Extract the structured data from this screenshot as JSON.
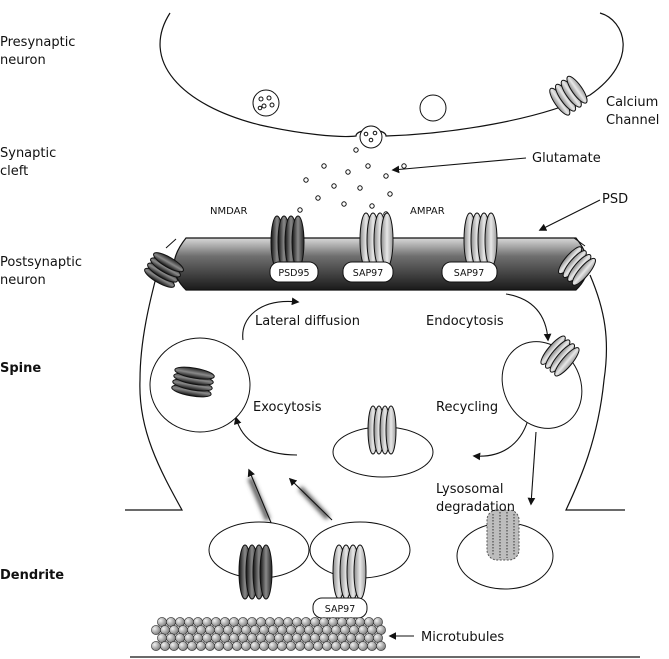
{
  "regions": {
    "presynaptic": [
      "Presynaptic",
      "neuron"
    ],
    "cleft": [
      "Synaptic",
      "cleft"
    ],
    "postsynaptic": [
      "Postsynaptic",
      "neuron"
    ],
    "spine": "Spine",
    "dendrite": "Dendrite"
  },
  "labels": {
    "calcium_channel": [
      "Calcium",
      "Channel"
    ],
    "glutamate": "Glutamate",
    "psd": "PSD",
    "nmdar": "NMDAR",
    "ampar": "AMPAR",
    "psd95": "PSD95",
    "sap97_a": "SAP97",
    "sap97_b": "SAP97",
    "sap97_c": "SAP97",
    "lateral_diffusion": "Lateral diffusion",
    "endocytosis": "Endocytosis",
    "exocytosis": "Exocytosis",
    "recycling": "Recycling",
    "lysosomal": [
      "Lysosomal",
      "degradation"
    ],
    "microtubules": "Microtubules"
  }
}
